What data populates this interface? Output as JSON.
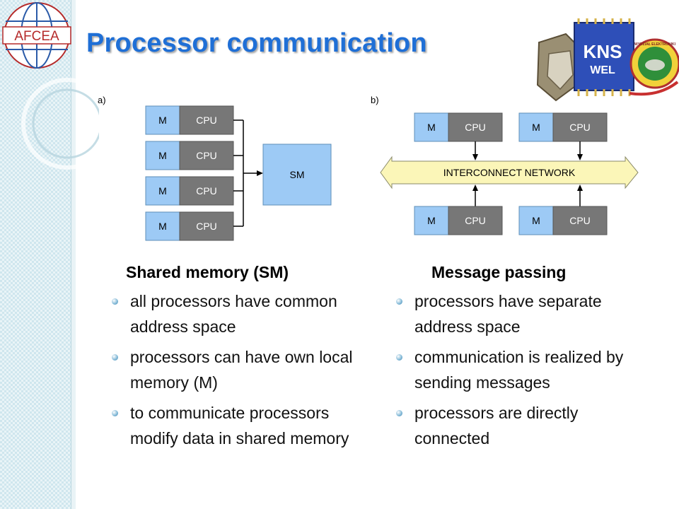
{
  "slide": {
    "title": "Processor communication",
    "logos": {
      "left": "AFCEA",
      "right_main": "KNS",
      "right_sub": "WEL",
      "right_ring": "WYDZIAŁ ELEKTRONIKI"
    }
  },
  "diagram_a": {
    "label": "a)",
    "processors": [
      {
        "memory": "M",
        "cpu": "CPU"
      },
      {
        "memory": "M",
        "cpu": "CPU"
      },
      {
        "memory": "M",
        "cpu": "CPU"
      },
      {
        "memory": "M",
        "cpu": "CPU"
      }
    ],
    "shared_memory": "SM"
  },
  "diagram_b": {
    "label": "b)",
    "top_processors": [
      {
        "memory": "M",
        "cpu": "CPU"
      },
      {
        "memory": "M",
        "cpu": "CPU"
      }
    ],
    "bottom_processors": [
      {
        "memory": "M",
        "cpu": "CPU"
      },
      {
        "memory": "M",
        "cpu": "CPU"
      }
    ],
    "network": "INTERCONNECT NETWORK"
  },
  "left_column": {
    "heading": "Shared memory (SM)",
    "bullets": [
      "all processors have common address space",
      "processors can have own local memory (M)",
      "to communicate processors modify data in shared memory"
    ]
  },
  "right_column": {
    "heading": "Message passing",
    "bullets": [
      "processors have separate address space",
      "communication is realized by sending messages",
      "processors are directly connected"
    ]
  },
  "colors": {
    "title": "#1f6fd6",
    "memory_box": "#9dcaf5",
    "cpu_box": "#777777",
    "network_band": "#fbf6b8",
    "sidebar": "#cfe6ee"
  }
}
